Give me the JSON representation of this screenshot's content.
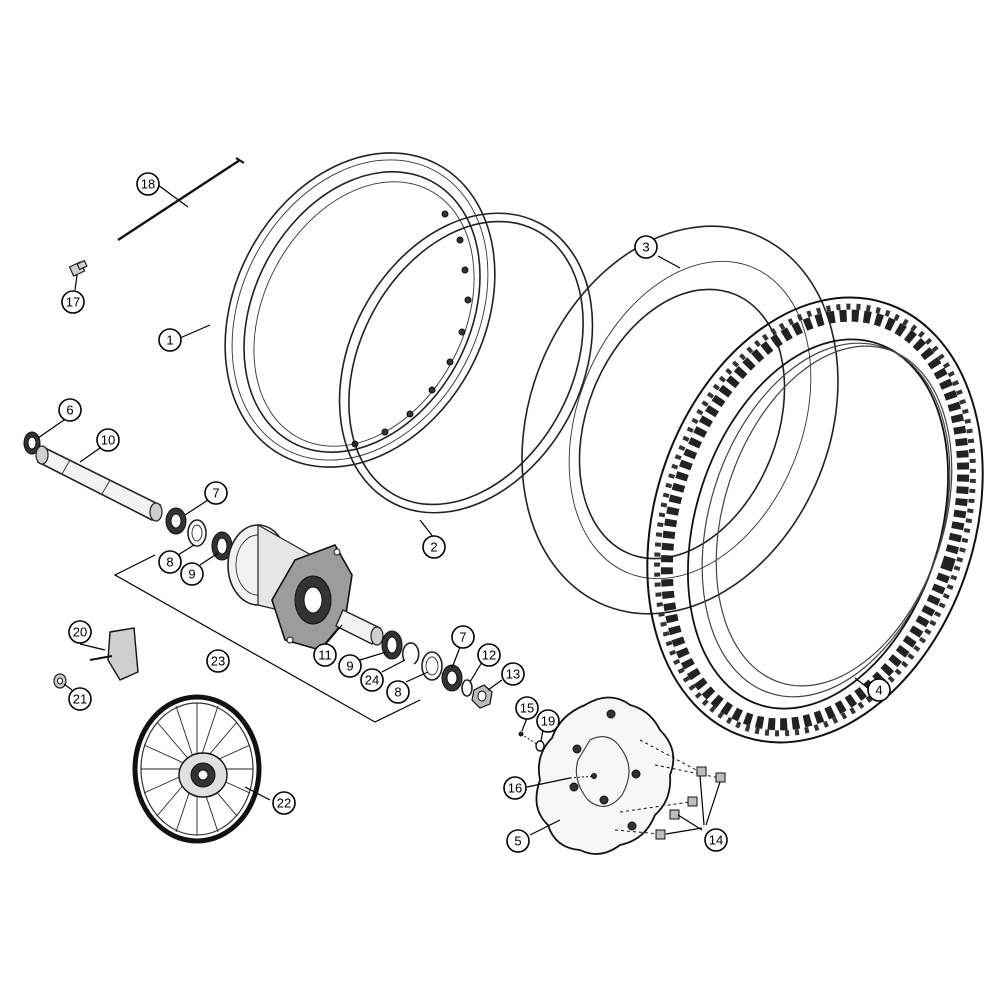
{
  "callouts": {
    "c1": "1",
    "c2": "2",
    "c3": "3",
    "c4": "4",
    "c5": "5",
    "c6": "6",
    "c7a": "7",
    "c7b": "7",
    "c8a": "8",
    "c8b": "8",
    "c9a": "9",
    "c9b": "9",
    "c10": "10",
    "c11": "11",
    "c12": "12",
    "c13": "13",
    "c14": "14",
    "c15": "15",
    "c16": "16",
    "c17": "17",
    "c18": "18",
    "c19": "19",
    "c20": "20",
    "c21": "21",
    "c22": "22",
    "c23": "23",
    "c24": "24"
  }
}
